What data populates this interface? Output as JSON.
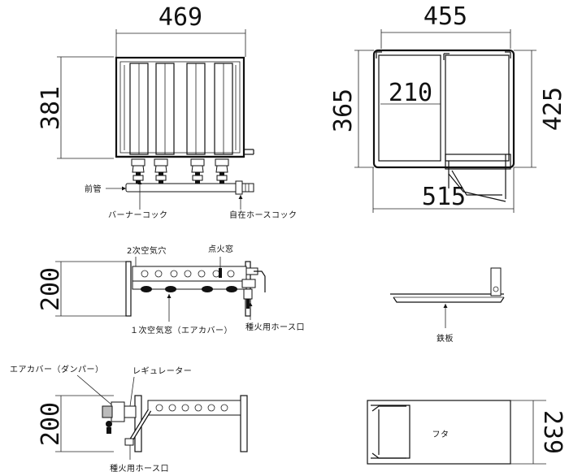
{
  "dimensions": {
    "front_width": "469",
    "front_height": "381",
    "top_width": "455",
    "top_inner_width": "210",
    "top_depth_left": "365",
    "top_depth_right": "425",
    "top_outer_width": "515",
    "side_height": "200",
    "lower_side_height": "200",
    "lid_depth": "239"
  },
  "labels": {
    "front_pipe": "前管",
    "burner_cock": "バーナーコック",
    "free_hose_cock": "自在ホースコック",
    "secondary_air_hole": "2次空気穴",
    "ignition_window": "点火窓",
    "primary_air_window": "１次空気窓（エアカバー）",
    "pilot_hose_port_1": "種火用ホース口",
    "iron_plate": "鉄板",
    "air_cover_damper": "エアカバー（ダンパー）",
    "regulator": "レギュレーター",
    "pilot_hose_port_2": "種火用ホース口",
    "lid": "フタ"
  }
}
